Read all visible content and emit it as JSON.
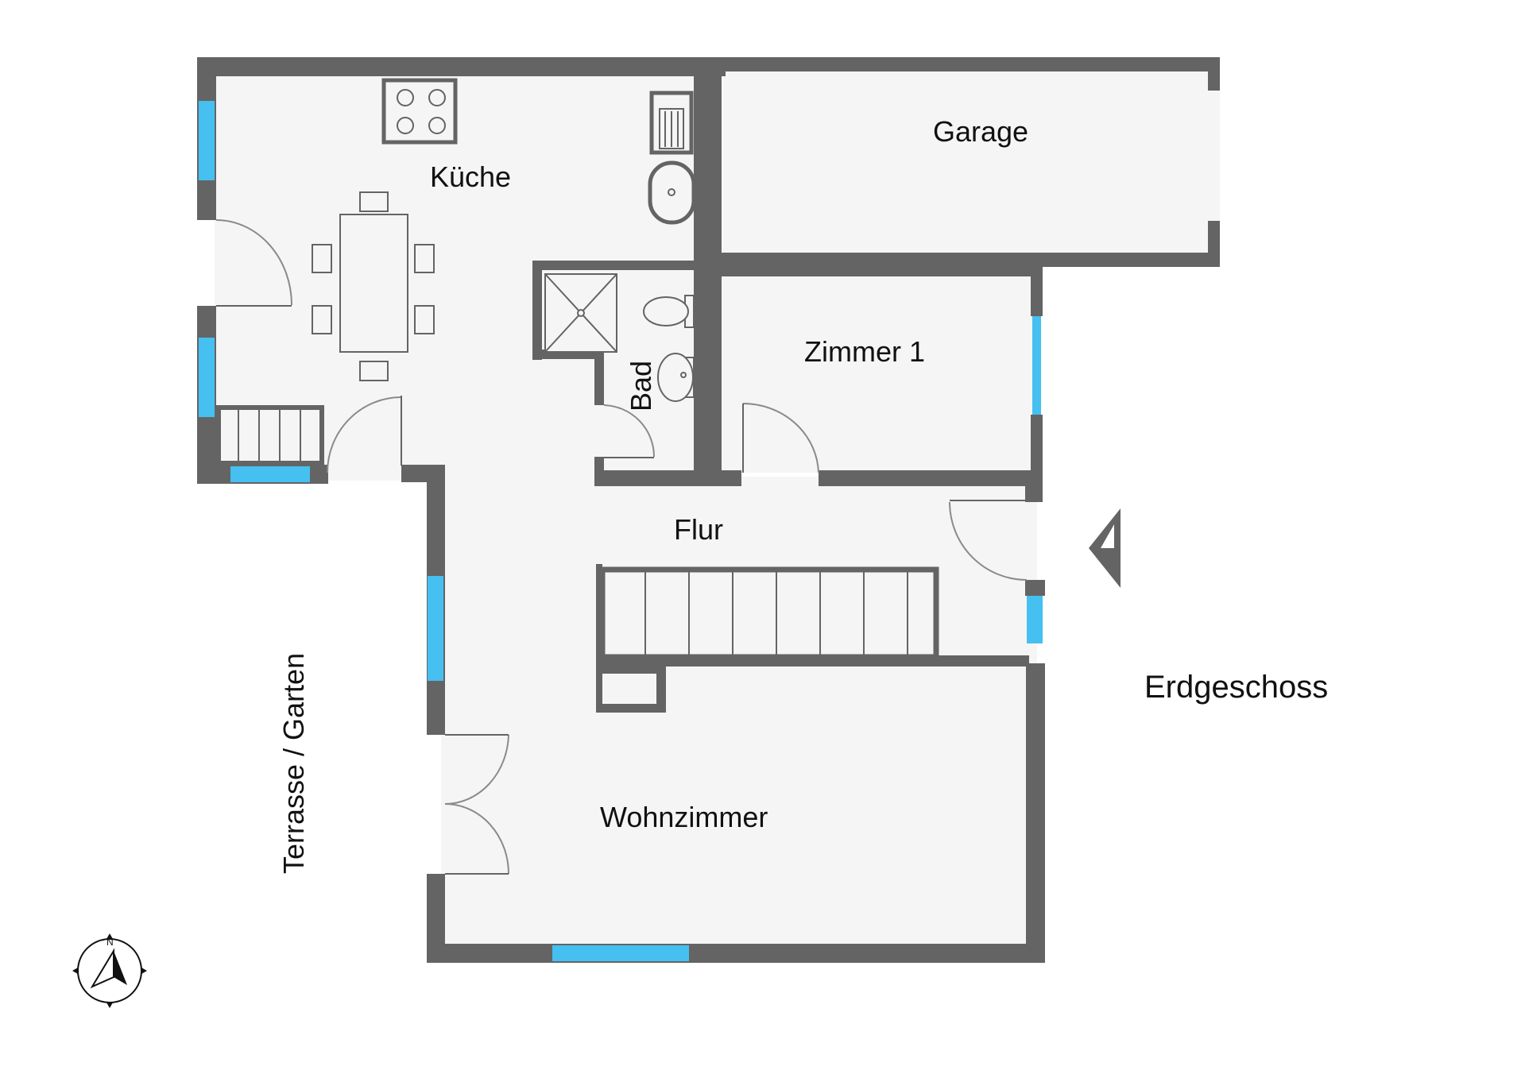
{
  "plan": {
    "title": "Erdgeschoss",
    "outside_label": "Terrasse / Garten",
    "compass_label": "N",
    "rooms": {
      "kueche": "Küche",
      "garage": "Garage",
      "bad": "Bad",
      "zimmer1": "Zimmer 1",
      "flur": "Flur",
      "wohnzimmer": "Wohnzimmer"
    }
  },
  "colors": {
    "wall": "#646464",
    "window": "#45c0f0",
    "floor": "#f5f5f5",
    "background": "#ffffff"
  }
}
